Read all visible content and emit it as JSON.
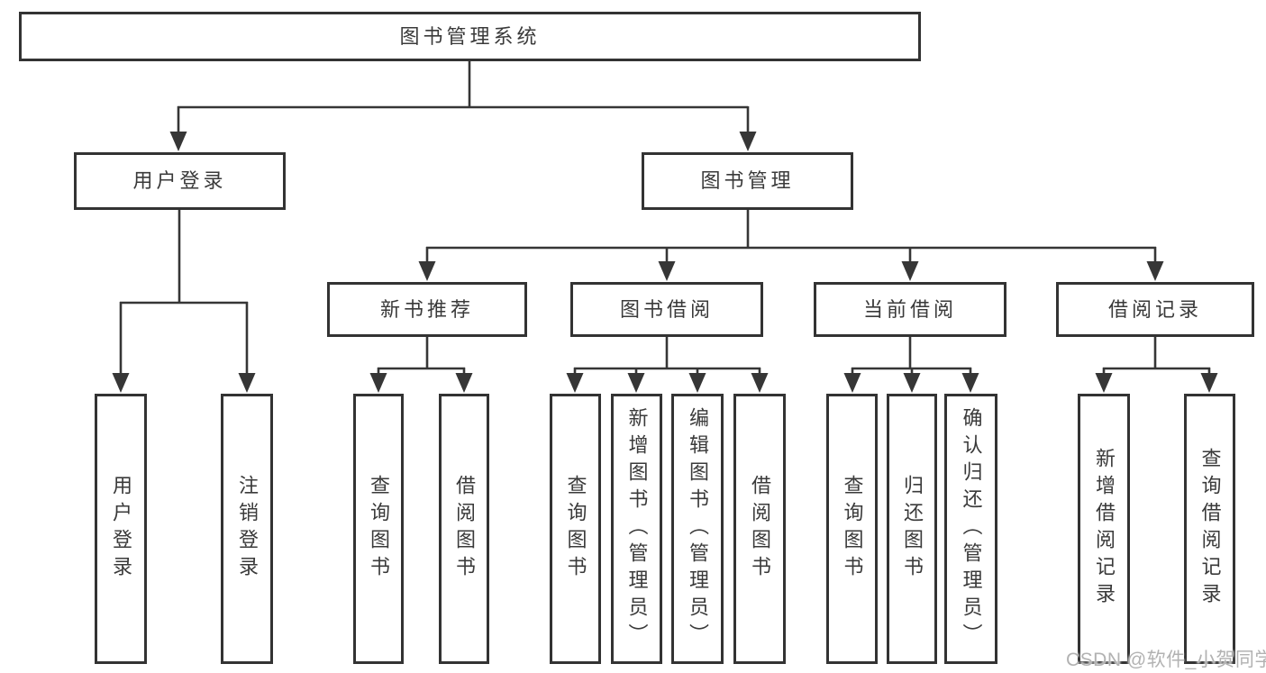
{
  "tree": {
    "root": {
      "label": "图书管理系统"
    },
    "children": [
      {
        "label": "用户登录",
        "children": [
          {
            "label": "用户登录"
          },
          {
            "label": "注销登录"
          }
        ]
      },
      {
        "label": "图书管理",
        "children": [
          {
            "label": "新书推荐",
            "children": [
              {
                "label": "查询图书"
              },
              {
                "label": "借阅图书"
              }
            ]
          },
          {
            "label": "图书借阅",
            "children": [
              {
                "label": "查询图书"
              },
              {
                "label": "新增图书（管理员）"
              },
              {
                "label": "编辑图书（管理员）"
              },
              {
                "label": "借阅图书"
              }
            ]
          },
          {
            "label": "当前借阅",
            "children": [
              {
                "label": "查询图书"
              },
              {
                "label": "归还图书"
              },
              {
                "label": "确认归还（管理员）"
              }
            ]
          },
          {
            "label": "借阅记录",
            "children": [
              {
                "label": "新增借阅记录"
              },
              {
                "label": "查询借阅记录"
              }
            ]
          }
        ]
      }
    ]
  },
  "watermark": {
    "text": "CSDN @软件_小贺同学"
  },
  "colors": {
    "line": "#363636",
    "border": "#333333",
    "text": "#3a3a3a",
    "background": "#ffffff",
    "watermark": "#b2b2b2"
  }
}
